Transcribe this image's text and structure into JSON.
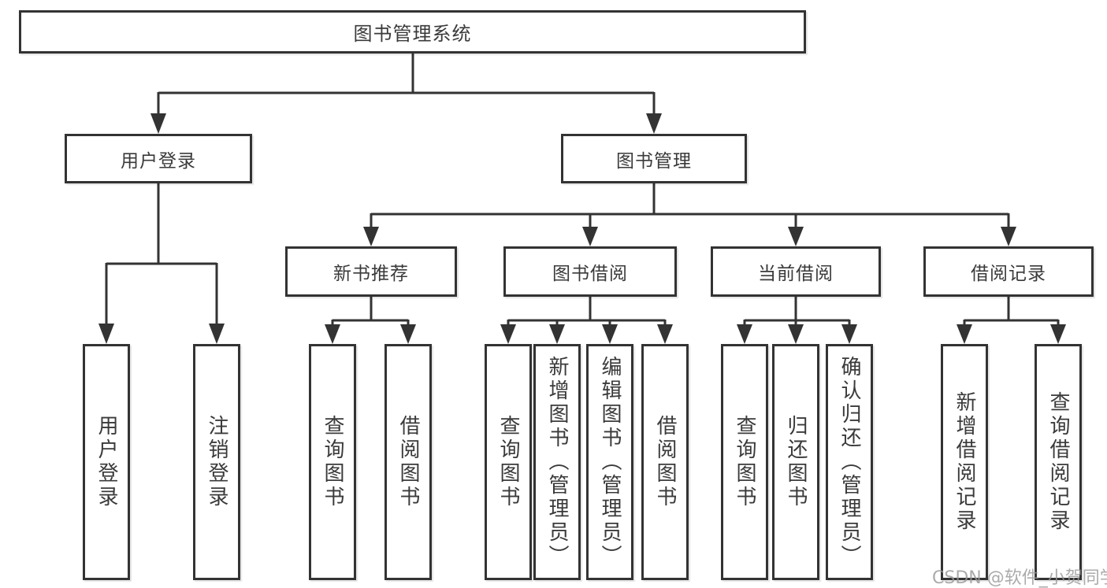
{
  "diagram_type": "hierarchy-tree",
  "colors": {
    "line": "#333333",
    "border": "#333333",
    "text": "#3a3a3a",
    "background": "#ffffff",
    "watermark": "#989898"
  },
  "tree": {
    "label": "图书管理系统",
    "children": [
      {
        "label": "用户登录",
        "children": [
          {
            "label": "用户登录"
          },
          {
            "label": "注销登录"
          }
        ]
      },
      {
        "label": "图书管理",
        "children": [
          {
            "label": "新书推荐",
            "children": [
              {
                "label": "查询图书"
              },
              {
                "label": "借阅图书"
              }
            ]
          },
          {
            "label": "图书借阅",
            "children": [
              {
                "label": "查询图书"
              },
              {
                "label": "新增图书（管理员）"
              },
              {
                "label": "编辑图书（管理员）"
              },
              {
                "label": "借阅图书"
              }
            ]
          },
          {
            "label": "当前借阅",
            "children": [
              {
                "label": "查询图书"
              },
              {
                "label": "归还图书"
              },
              {
                "label": "确认归还（管理员）"
              }
            ]
          },
          {
            "label": "借阅记录",
            "children": [
              {
                "label": "新增借阅记录"
              },
              {
                "label": "查询借阅记录"
              }
            ]
          }
        ]
      }
    ]
  },
  "watermark": {
    "text": "CSDN @软件_小贺同学"
  }
}
